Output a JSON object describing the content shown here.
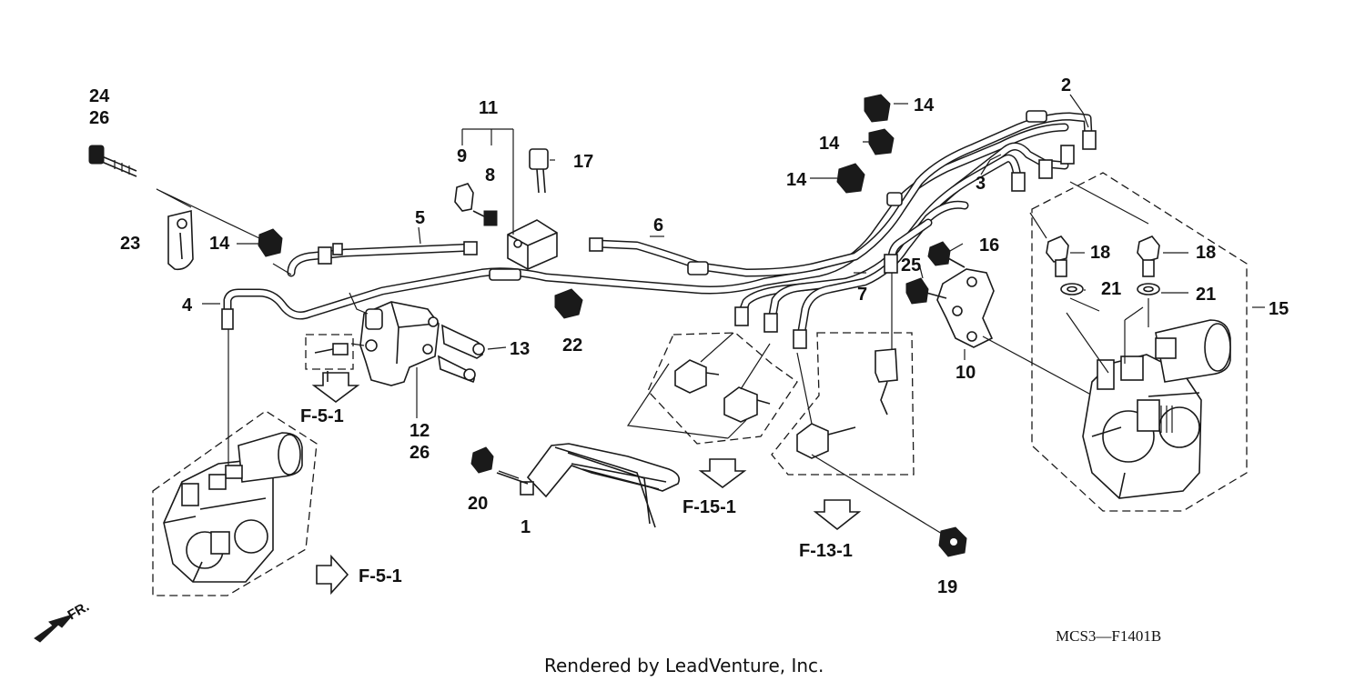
{
  "diagram": {
    "part_numbers": [
      "1",
      "2",
      "3",
      "4",
      "5",
      "6",
      "7",
      "8",
      "9",
      "10",
      "11",
      "12",
      "13",
      "14",
      "14",
      "14",
      "14",
      "15",
      "16",
      "17",
      "18",
      "18",
      "19",
      "20",
      "21",
      "21",
      "22",
      "23",
      "24",
      "25",
      "26",
      "26"
    ],
    "references": [
      "F-5-1",
      "F-5-1",
      "F-15-1",
      "F-13-1"
    ],
    "front_marker": "FR.",
    "diagram_code": "MCS3—F1401B",
    "credit": "Rendered by LeadVenture, Inc."
  }
}
